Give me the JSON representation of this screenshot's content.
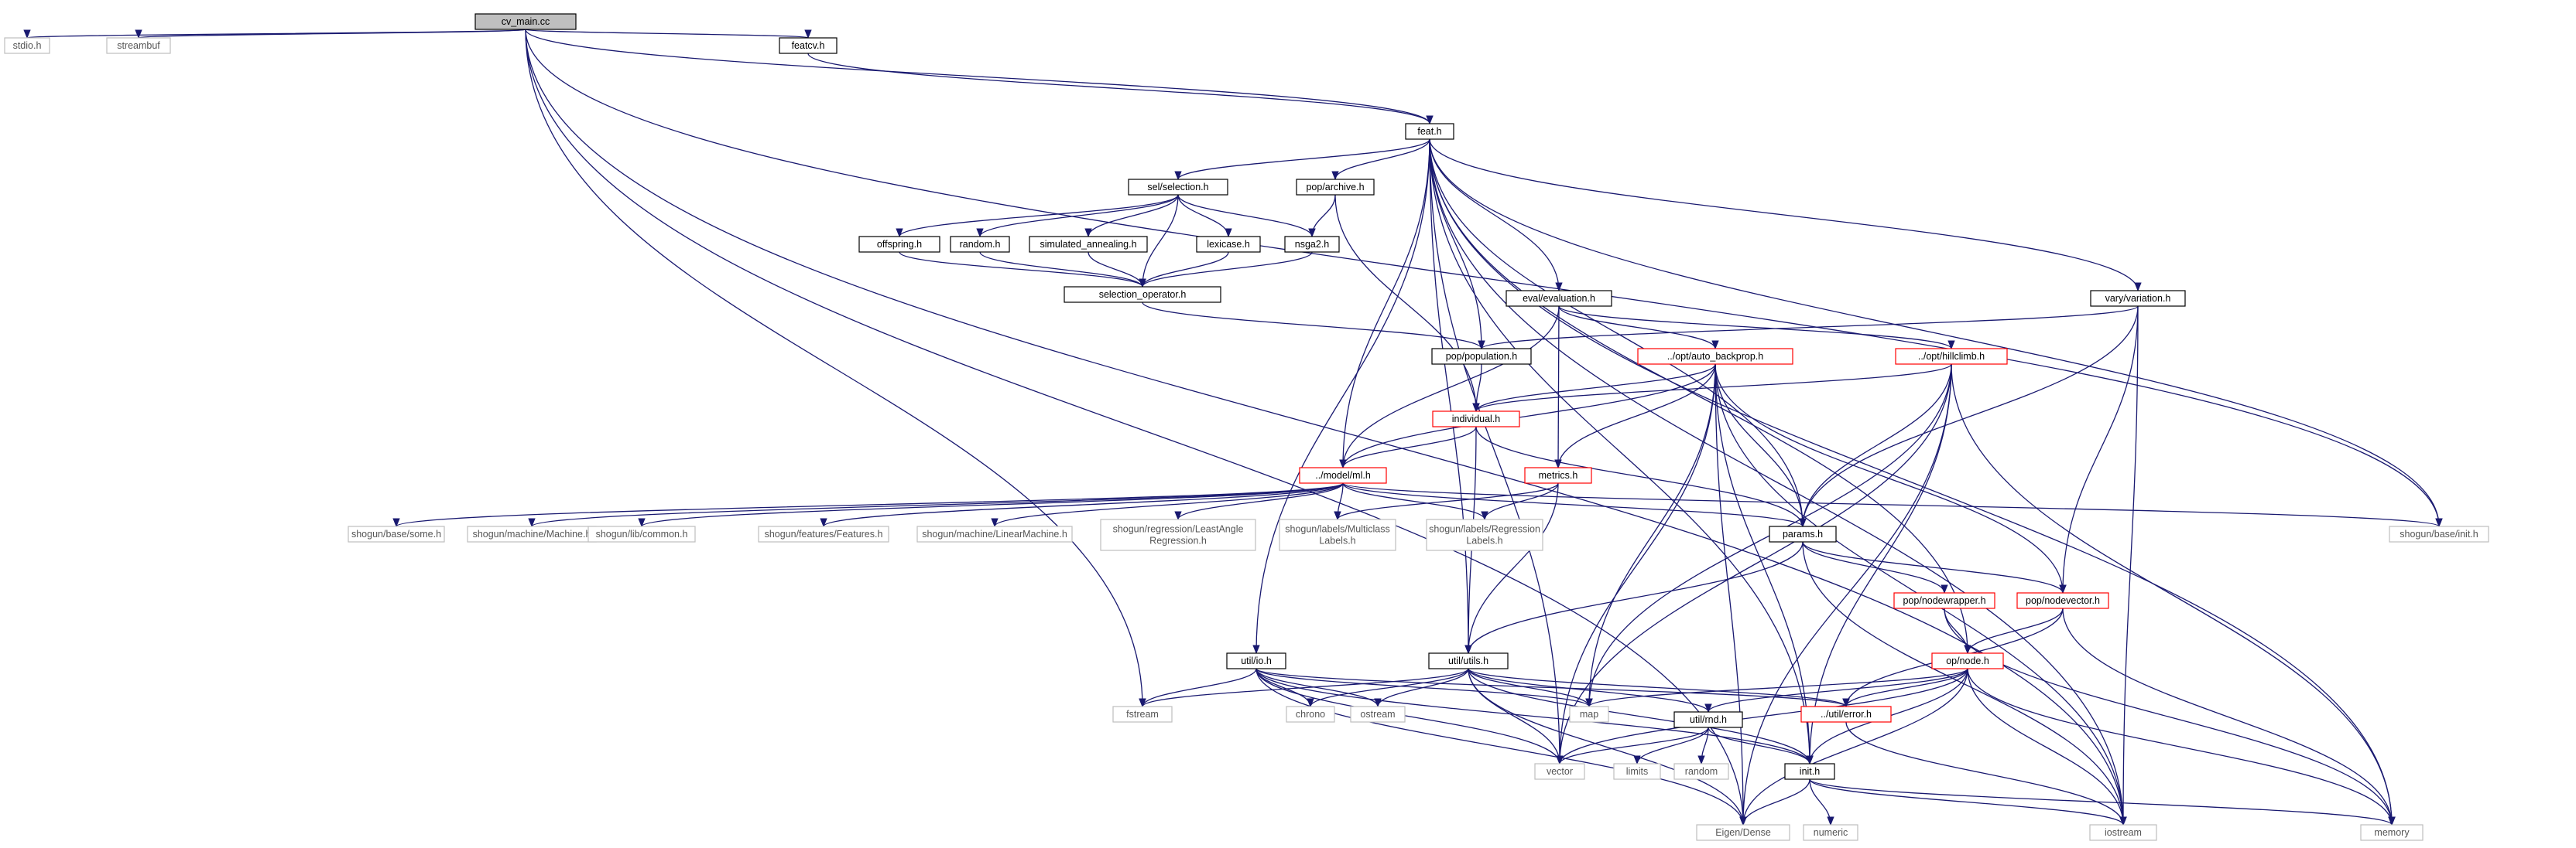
{
  "graph": {
    "type": "include-dependency-graph",
    "colors": {
      "edge": "#191970",
      "doc": "#000000",
      "partial": "#ff0000",
      "external": "#bfbfbf",
      "root_fill": "#bfbfbf"
    },
    "nodes": [
      {
        "id": "cv_main",
        "lines": [
          "cv_main.cc"
        ],
        "style": "root"
      },
      {
        "id": "stdio",
        "lines": [
          "stdio.h"
        ],
        "style": "gray"
      },
      {
        "id": "streambuf",
        "lines": [
          "streambuf"
        ],
        "style": "gray"
      },
      {
        "id": "featcv",
        "lines": [
          "featcv.h"
        ],
        "style": "black"
      },
      {
        "id": "feat",
        "lines": [
          "feat.h"
        ],
        "style": "black"
      },
      {
        "id": "selection",
        "lines": [
          "sel/selection.h"
        ],
        "style": "black"
      },
      {
        "id": "archive",
        "lines": [
          "pop/archive.h"
        ],
        "style": "black"
      },
      {
        "id": "offspring",
        "lines": [
          "offspring.h"
        ],
        "style": "black"
      },
      {
        "id": "random_h",
        "lines": [
          "random.h"
        ],
        "style": "black"
      },
      {
        "id": "simann",
        "lines": [
          "simulated_annealing.h"
        ],
        "style": "black"
      },
      {
        "id": "lexicase",
        "lines": [
          "lexicase.h"
        ],
        "style": "black"
      },
      {
        "id": "nsga2",
        "lines": [
          "nsga2.h"
        ],
        "style": "black"
      },
      {
        "id": "selop",
        "lines": [
          "selection_operator.h"
        ],
        "style": "black"
      },
      {
        "id": "evaluation",
        "lines": [
          "eval/evaluation.h"
        ],
        "style": "black"
      },
      {
        "id": "variation",
        "lines": [
          "vary/variation.h"
        ],
        "style": "black"
      },
      {
        "id": "population",
        "lines": [
          "pop/population.h"
        ],
        "style": "black"
      },
      {
        "id": "autobackprop",
        "lines": [
          "../opt/auto_backprop.h"
        ],
        "style": "red"
      },
      {
        "id": "hillclimb",
        "lines": [
          "../opt/hillclimb.h"
        ],
        "style": "red"
      },
      {
        "id": "individual",
        "lines": [
          "individual.h"
        ],
        "style": "red"
      },
      {
        "id": "ml",
        "lines": [
          "../model/ml.h"
        ],
        "style": "red"
      },
      {
        "id": "metrics",
        "lines": [
          "metrics.h"
        ],
        "style": "red"
      },
      {
        "id": "sg_some",
        "lines": [
          "shogun/base/some.h"
        ],
        "style": "gray"
      },
      {
        "id": "sg_machine",
        "lines": [
          "shogun/machine/Machine.h"
        ],
        "style": "gray"
      },
      {
        "id": "sg_common",
        "lines": [
          "shogun/lib/common.h"
        ],
        "style": "gray"
      },
      {
        "id": "sg_features",
        "lines": [
          "shogun/features/Features.h"
        ],
        "style": "gray"
      },
      {
        "id": "sg_linear",
        "lines": [
          "shogun/machine/LinearMachine.h"
        ],
        "style": "gray"
      },
      {
        "id": "sg_lars",
        "lines": [
          "shogun/regression/LeastAngle",
          "Regression.h"
        ],
        "style": "gray"
      },
      {
        "id": "sg_mcl",
        "lines": [
          "shogun/labels/Multiclass",
          "Labels.h"
        ],
        "style": "gray"
      },
      {
        "id": "sg_regl",
        "lines": [
          "shogun/labels/Regression",
          "Labels.h"
        ],
        "style": "gray"
      },
      {
        "id": "params",
        "lines": [
          "params.h"
        ],
        "style": "black"
      },
      {
        "id": "sg_init",
        "lines": [
          "shogun/base/init.h"
        ],
        "style": "gray"
      },
      {
        "id": "nodewrapper",
        "lines": [
          "pop/nodewrapper.h"
        ],
        "style": "red"
      },
      {
        "id": "nodevector",
        "lines": [
          "pop/nodevector.h"
        ],
        "style": "red"
      },
      {
        "id": "io",
        "lines": [
          "util/io.h"
        ],
        "style": "black"
      },
      {
        "id": "utils",
        "lines": [
          "util/utils.h"
        ],
        "style": "black"
      },
      {
        "id": "node",
        "lines": [
          "op/node.h"
        ],
        "style": "red"
      },
      {
        "id": "fstream",
        "lines": [
          "fstream"
        ],
        "style": "gray"
      },
      {
        "id": "chrono",
        "lines": [
          "chrono"
        ],
        "style": "gray"
      },
      {
        "id": "ostream",
        "lines": [
          "ostream"
        ],
        "style": "gray"
      },
      {
        "id": "map",
        "lines": [
          "map"
        ],
        "style": "gray"
      },
      {
        "id": "error",
        "lines": [
          "../util/error.h"
        ],
        "style": "red"
      },
      {
        "id": "rnd",
        "lines": [
          "util/rnd.h"
        ],
        "style": "black"
      },
      {
        "id": "limits",
        "lines": [
          "limits"
        ],
        "style": "gray"
      },
      {
        "id": "random_std",
        "lines": [
          "random"
        ],
        "style": "gray"
      },
      {
        "id": "vector",
        "lines": [
          "vector"
        ],
        "style": "gray"
      },
      {
        "id": "init",
        "lines": [
          "init.h"
        ],
        "style": "black"
      },
      {
        "id": "eigen",
        "lines": [
          "Eigen/Dense"
        ],
        "style": "gray"
      },
      {
        "id": "numeric",
        "lines": [
          "numeric"
        ],
        "style": "gray"
      },
      {
        "id": "iostream",
        "lines": [
          "iostream"
        ],
        "style": "gray"
      },
      {
        "id": "memory",
        "lines": [
          "memory"
        ],
        "style": "gray"
      }
    ],
    "edges": [
      [
        "cv_main",
        "stdio"
      ],
      [
        "cv_main",
        "streambuf"
      ],
      [
        "cv_main",
        "featcv"
      ],
      [
        "cv_main",
        "feat"
      ],
      [
        "cv_main",
        "sg_init"
      ],
      [
        "cv_main",
        "iostream"
      ],
      [
        "cv_main",
        "fstream"
      ],
      [
        "cv_main",
        "eigen"
      ],
      [
        "featcv",
        "feat"
      ],
      [
        "feat",
        "selection"
      ],
      [
        "feat",
        "archive"
      ],
      [
        "feat",
        "population"
      ],
      [
        "feat",
        "evaluation"
      ],
      [
        "feat",
        "variation"
      ],
      [
        "feat",
        "ml"
      ],
      [
        "feat",
        "params"
      ],
      [
        "feat",
        "sg_init"
      ],
      [
        "feat",
        "io"
      ],
      [
        "feat",
        "utils"
      ],
      [
        "feat",
        "vector"
      ],
      [
        "feat",
        "memory"
      ],
      [
        "feat",
        "iostream"
      ],
      [
        "feat",
        "init"
      ],
      [
        "feat",
        "node"
      ],
      [
        "selection",
        "offspring"
      ],
      [
        "selection",
        "random_h"
      ],
      [
        "selection",
        "simann"
      ],
      [
        "selection",
        "lexicase"
      ],
      [
        "selection",
        "nsga2"
      ],
      [
        "selection",
        "selop"
      ],
      [
        "offspring",
        "selop"
      ],
      [
        "random_h",
        "selop"
      ],
      [
        "simann",
        "selop"
      ],
      [
        "lexicase",
        "selop"
      ],
      [
        "nsga2",
        "selop"
      ],
      [
        "archive",
        "nsga2"
      ],
      [
        "archive",
        "individual"
      ],
      [
        "selop",
        "population"
      ],
      [
        "evaluation",
        "autobackprop"
      ],
      [
        "evaluation",
        "hillclimb"
      ],
      [
        "evaluation",
        "metrics"
      ],
      [
        "evaluation",
        "ml"
      ],
      [
        "variation",
        "population"
      ],
      [
        "variation",
        "params"
      ],
      [
        "variation",
        "nodevector"
      ],
      [
        "variation",
        "iostream"
      ],
      [
        "population",
        "individual"
      ],
      [
        "autobackprop",
        "individual"
      ],
      [
        "autobackprop",
        "ml"
      ],
      [
        "autobackprop",
        "metrics"
      ],
      [
        "autobackprop",
        "params"
      ],
      [
        "autobackprop",
        "nodevector"
      ],
      [
        "autobackprop",
        "vector"
      ],
      [
        "autobackprop",
        "map"
      ],
      [
        "autobackprop",
        "eigen"
      ],
      [
        "autobackprop",
        "init"
      ],
      [
        "autobackprop",
        "iostream"
      ],
      [
        "hillclimb",
        "individual"
      ],
      [
        "hillclimb",
        "params"
      ],
      [
        "hillclimb",
        "vector"
      ],
      [
        "hillclimb",
        "memory"
      ],
      [
        "hillclimb",
        "map"
      ],
      [
        "hillclimb",
        "init"
      ],
      [
        "hillclimb",
        "eigen"
      ],
      [
        "individual",
        "ml"
      ],
      [
        "individual",
        "params"
      ],
      [
        "individual",
        "utils"
      ],
      [
        "ml",
        "sg_some"
      ],
      [
        "ml",
        "sg_machine"
      ],
      [
        "ml",
        "sg_common"
      ],
      [
        "ml",
        "sg_features"
      ],
      [
        "ml",
        "sg_linear"
      ],
      [
        "ml",
        "sg_lars"
      ],
      [
        "ml",
        "sg_mcl"
      ],
      [
        "ml",
        "sg_regl"
      ],
      [
        "ml",
        "params"
      ],
      [
        "ml",
        "sg_init"
      ],
      [
        "metrics",
        "sg_mcl"
      ],
      [
        "metrics",
        "sg_regl"
      ],
      [
        "metrics",
        "utils"
      ],
      [
        "params",
        "utils"
      ],
      [
        "params",
        "nodewrapper"
      ],
      [
        "params",
        "nodevector"
      ],
      [
        "params",
        "iostream"
      ],
      [
        "nodewrapper",
        "node"
      ],
      [
        "nodewrapper",
        "memory"
      ],
      [
        "nodevector",
        "node"
      ],
      [
        "nodevector",
        "error"
      ],
      [
        "nodevector",
        "memory"
      ],
      [
        "io",
        "fstream"
      ],
      [
        "io",
        "chrono"
      ],
      [
        "io",
        "ostream"
      ],
      [
        "io",
        "map"
      ],
      [
        "io",
        "vector"
      ],
      [
        "io",
        "init"
      ],
      [
        "io",
        "eigen"
      ],
      [
        "io",
        "error"
      ],
      [
        "utils",
        "fstream"
      ],
      [
        "utils",
        "chrono"
      ],
      [
        "utils",
        "ostream"
      ],
      [
        "utils",
        "map"
      ],
      [
        "utils",
        "vector"
      ],
      [
        "utils",
        "eigen"
      ],
      [
        "utils",
        "init"
      ],
      [
        "utils",
        "error"
      ],
      [
        "utils",
        "rnd"
      ],
      [
        "node",
        "map"
      ],
      [
        "node",
        "error"
      ],
      [
        "node",
        "rnd"
      ],
      [
        "node",
        "vector"
      ],
      [
        "node",
        "init"
      ],
      [
        "node",
        "eigen"
      ],
      [
        "node",
        "memory"
      ],
      [
        "node",
        "iostream"
      ],
      [
        "rnd",
        "limits"
      ],
      [
        "rnd",
        "random_std"
      ],
      [
        "rnd",
        "vector"
      ],
      [
        "rnd",
        "init"
      ],
      [
        "init",
        "eigen"
      ],
      [
        "init",
        "numeric"
      ],
      [
        "init",
        "iostream"
      ],
      [
        "init",
        "memory"
      ],
      [
        "error",
        "iostream"
      ]
    ]
  }
}
